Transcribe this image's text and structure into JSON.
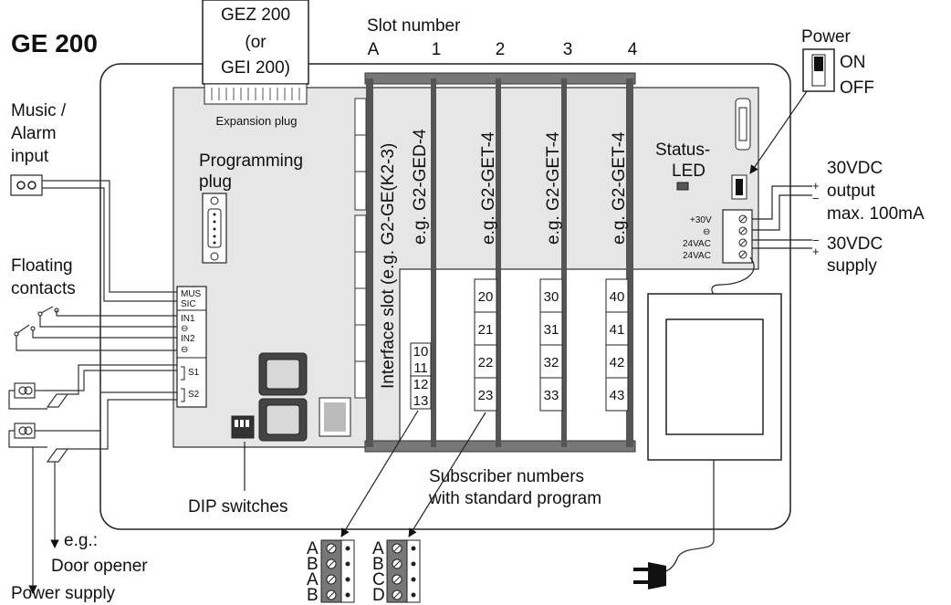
{
  "title": "GE 200",
  "expansion": {
    "module_lines": [
      "GEZ 200",
      "(or",
      "GEI 200)"
    ],
    "plug_label": "Expansion plug"
  },
  "slot_header": "Slot number",
  "slots": [
    "A",
    "1",
    "2",
    "3",
    "4"
  ],
  "slot_cards": [
    "Interface slot (e.g. G2-GE(K2-3)",
    "e.g. G2-GED-4",
    "e.g. G2-GET-4",
    "e.g. G2-GET-4",
    "e.g. G2-GET-4"
  ],
  "programming_plug": [
    "Programming",
    "plug"
  ],
  "music_input": [
    "Music /",
    "Alarm",
    "input"
  ],
  "floating_contacts": [
    "Floating",
    "contacts"
  ],
  "terminals_left": {
    "mus": [
      "MUS",
      "SIC"
    ],
    "in1": "IN1",
    "in2": "IN2",
    "gnd": "⊖",
    "s1": "S1",
    "s2": "S2"
  },
  "subscribers": {
    "slot1": [
      "10",
      "11",
      "12",
      "13"
    ],
    "slot2": [
      "20",
      "21",
      "22",
      "23"
    ],
    "slot3": [
      "30",
      "31",
      "32",
      "33"
    ],
    "slot4": [
      "40",
      "41",
      "42",
      "43"
    ]
  },
  "power": {
    "label": "Power",
    "on": "ON",
    "off": "OFF"
  },
  "status_led": [
    "Status-",
    "LED"
  ],
  "power_terminals": [
    "+30V",
    "⊖",
    "24VAC",
    "24VAC"
  ],
  "output_label": [
    "30VDC",
    "output",
    "max. 100mA"
  ],
  "supply_label": [
    "30VDC",
    "supply"
  ],
  "dip_switches": "DIP switches",
  "subscriber_caption": [
    "Subscriber numbers",
    "with standard program"
  ],
  "connector_left_letters": [
    "A",
    "B",
    "A",
    "B"
  ],
  "connector_right_letters": [
    "A",
    "B",
    "C",
    "D"
  ],
  "bottom_labels": {
    "eg": "e.g.:",
    "door_opener": "Door opener",
    "power_supply": "Power supply"
  }
}
